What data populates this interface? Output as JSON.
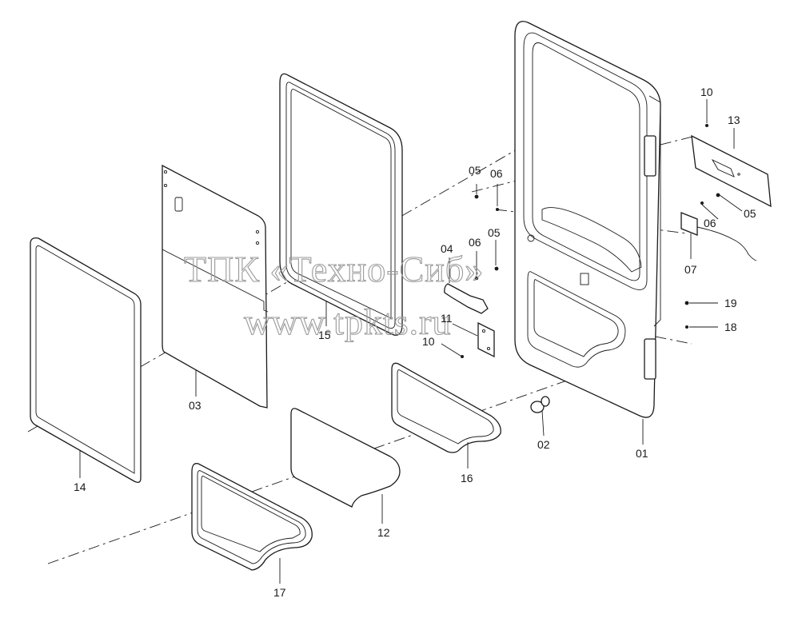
{
  "watermark": {
    "line1": "ТПК «Техно-Сиб»",
    "line2": "www.tpkts.ru"
  },
  "callouts": {
    "p01": "01",
    "p02": "02",
    "p03": "03",
    "p04": "04",
    "p05a": "05",
    "p05b": "05",
    "p05c": "05",
    "p06a": "06",
    "p06b": "06",
    "p06c": "06",
    "p07": "07",
    "p10a": "10",
    "p10b": "10",
    "p11": "11",
    "p12": "12",
    "p13": "13",
    "p14": "14",
    "p15": "15",
    "p16": "16",
    "p17": "17",
    "p18": "18",
    "p19": "19"
  },
  "colors": {
    "line": "#1a1a1a",
    "watermark": "#9a9a9a",
    "background": "#ffffff"
  }
}
